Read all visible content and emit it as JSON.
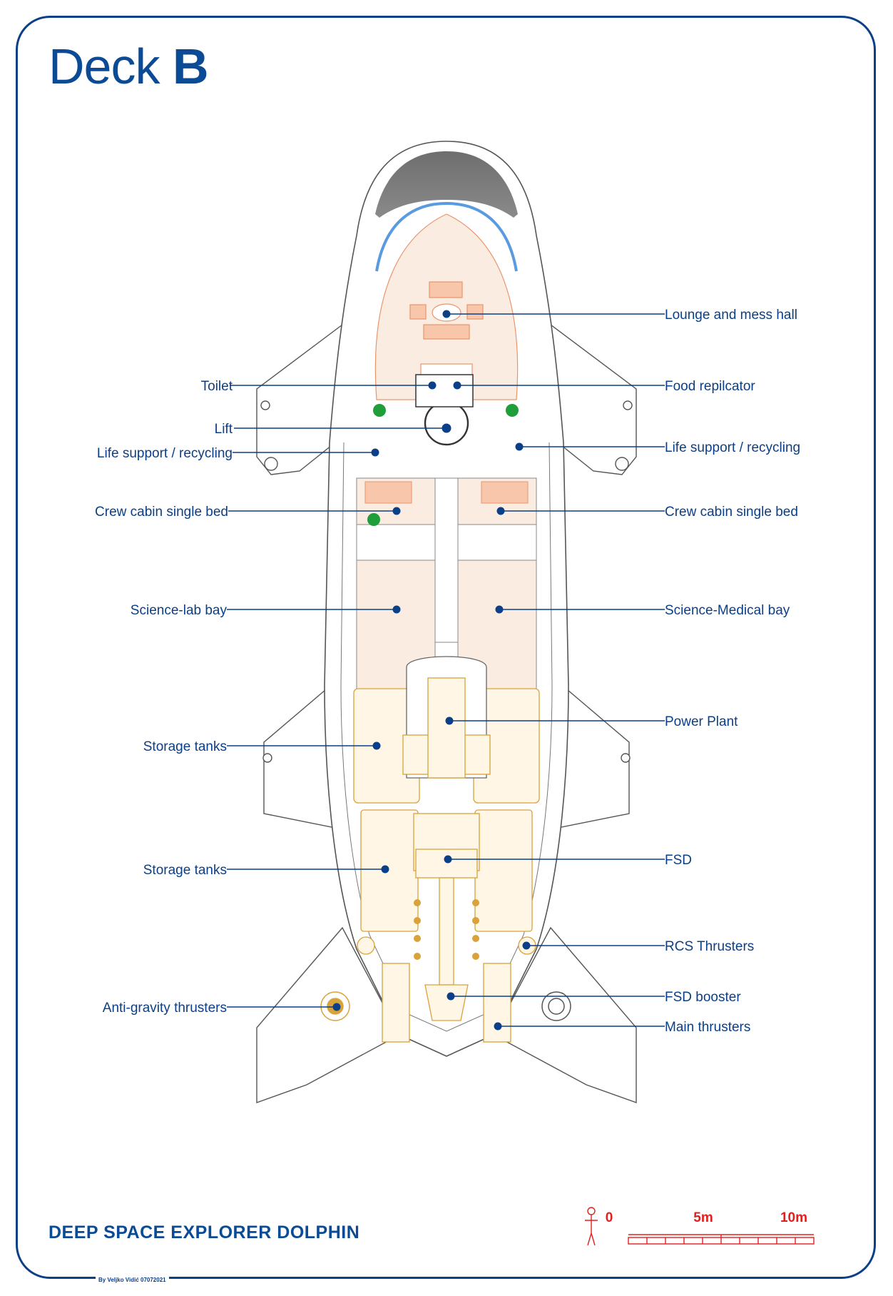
{
  "header": {
    "deck_word": "Deck",
    "deck_letter": "B"
  },
  "footer": {
    "title": "DEEP SPACE EXPLORER DOLPHIN",
    "credit": "By Veljko Vidić 07072021"
  },
  "scale": {
    "labels": [
      "0",
      "5m",
      "10m"
    ]
  },
  "labels": {
    "left": [
      {
        "text": "Toilet"
      },
      {
        "text": "Lift"
      },
      {
        "text": "Life support / recycling"
      },
      {
        "text": "Crew cabin single bed"
      },
      {
        "text": "Science-lab bay"
      },
      {
        "text": "Storage tanks"
      },
      {
        "text": "Storage tanks"
      },
      {
        "text": "Anti-gravity thrusters"
      }
    ],
    "right": [
      {
        "text": "Lounge and mess hall"
      },
      {
        "text": "Food repilcator"
      },
      {
        "text": "Life support / recycling"
      },
      {
        "text": "Crew cabin single bed"
      },
      {
        "text": "Science-Medical bay"
      },
      {
        "text": "Power Plant"
      },
      {
        "text": "FSD"
      },
      {
        "text": "RCS Thrusters"
      },
      {
        "text": "FSD booster"
      },
      {
        "text": "Main thrusters"
      }
    ]
  },
  "colors": {
    "label": "#0b3f87",
    "hull": "#555555",
    "interior": "#e8956c",
    "engine": "#d9a23a",
    "scale": "#e0201e"
  }
}
